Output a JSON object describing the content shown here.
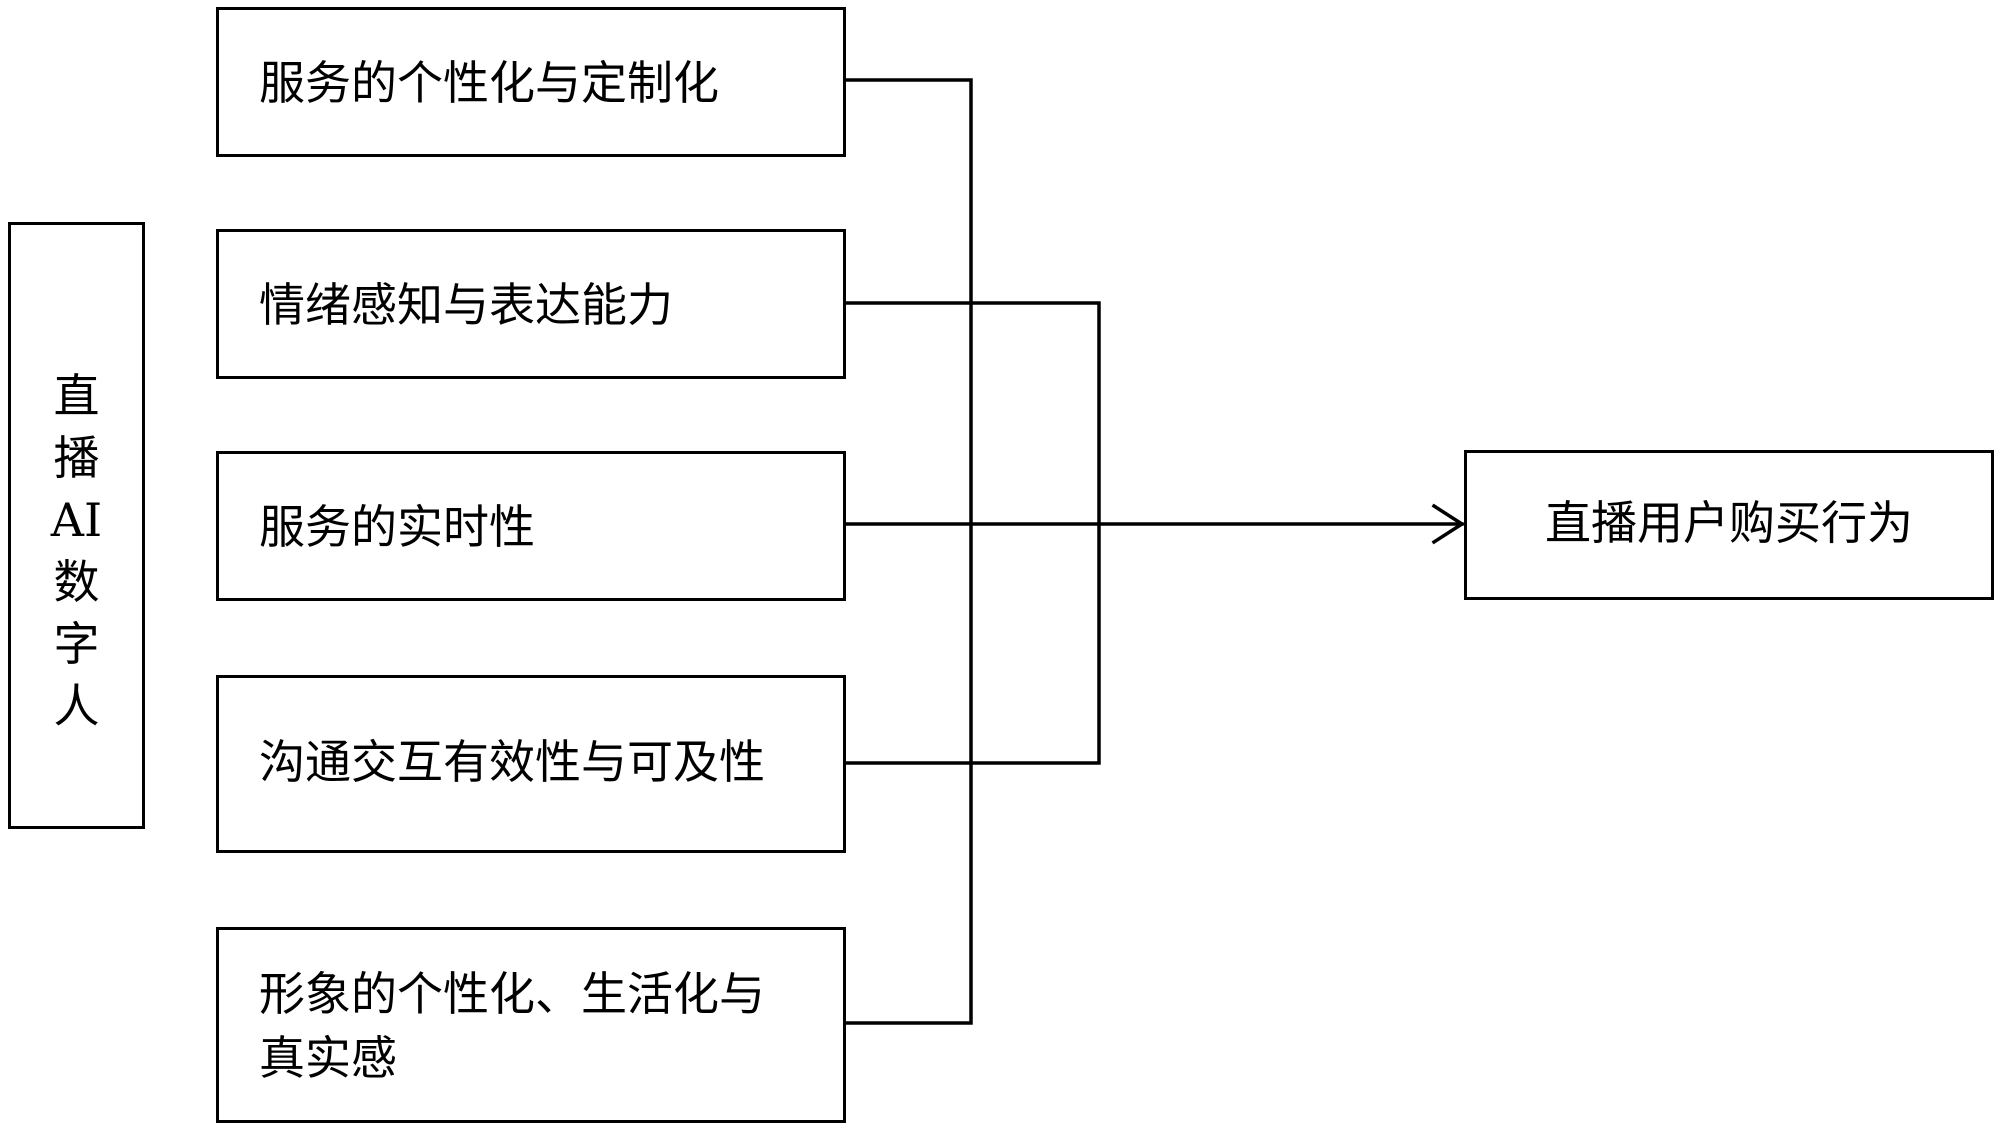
{
  "diagram": {
    "source": {
      "lines": [
        "直",
        "播",
        "AI",
        "数",
        "字",
        "人"
      ]
    },
    "factors": [
      {
        "label": "服务的个性化与定制化"
      },
      {
        "label": "情绪感知与表达能力"
      },
      {
        "label": "服务的实时性"
      },
      {
        "label": "沟通交互有效性与可及性"
      },
      {
        "label_line1": "形象的个性化、生活化与",
        "label_line2": "真实感"
      }
    ],
    "target": {
      "label": "直播用户购买行为"
    }
  }
}
